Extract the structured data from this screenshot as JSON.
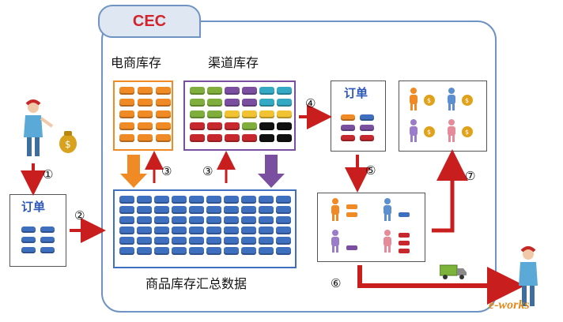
{
  "title": "CEC",
  "labels": {
    "ecommerce_inventory": "电商库存",
    "channel_inventory": "渠道库存",
    "summary_data": "商品库存汇总数据",
    "order_left": "订单",
    "order_right": "订单"
  },
  "steps": [
    "①",
    "②",
    "③",
    "③",
    "④",
    "⑤",
    "⑥",
    "⑦"
  ],
  "watermark": "e-works",
  "colors": {
    "panel_border": "#6f93c2",
    "orange": "#f08a24",
    "blue": "#3f6fbf",
    "green": "#7fae3c",
    "purple": "#7a4fa0",
    "cyan": "#33a9c4",
    "yellow": "#f1c232",
    "red": "#c6282d",
    "black": "#111111",
    "arrow_red": "#c81e1e"
  },
  "icons": [
    "woman-shopper-icon",
    "money-bag-icon",
    "person-icon",
    "delivery-truck-icon"
  ]
}
